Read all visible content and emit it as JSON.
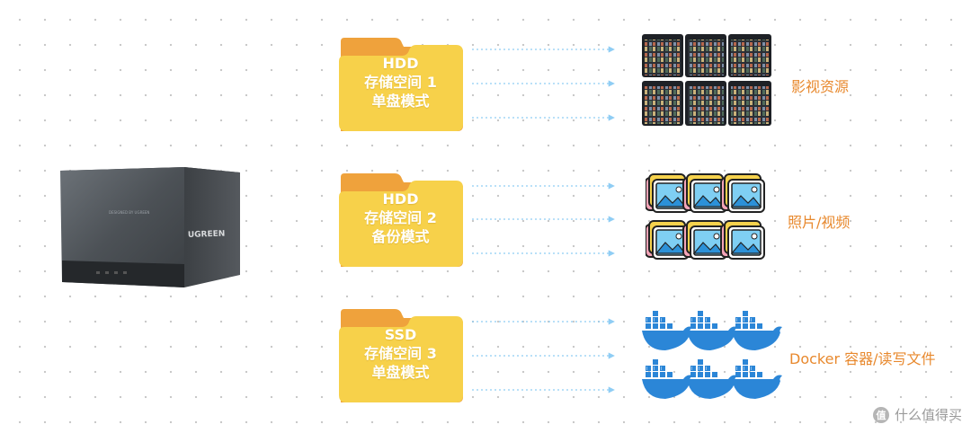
{
  "device": {
    "brand_text": "UGREEN"
  },
  "storage_spaces": [
    {
      "drive": "HDD",
      "name": "存储空间 1",
      "mode": "单盘模式",
      "content_label": "影视资源"
    },
    {
      "drive": "HDD",
      "name": "存储空间 2",
      "mode": "备份模式",
      "content_label": "照片/视频"
    },
    {
      "drive": "SSD",
      "name": "存储空间 3",
      "mode": "单盘模式",
      "content_label": "Docker 容器/读写文件"
    }
  ],
  "watermark": {
    "text": "什么值得买",
    "logo_glyph": "值"
  },
  "colors": {
    "folder_front": "#f7d14a",
    "folder_back": "#efa23c",
    "label": "#e8892e",
    "arrow": "#8fcdf4",
    "docker": "#2b86d7"
  }
}
